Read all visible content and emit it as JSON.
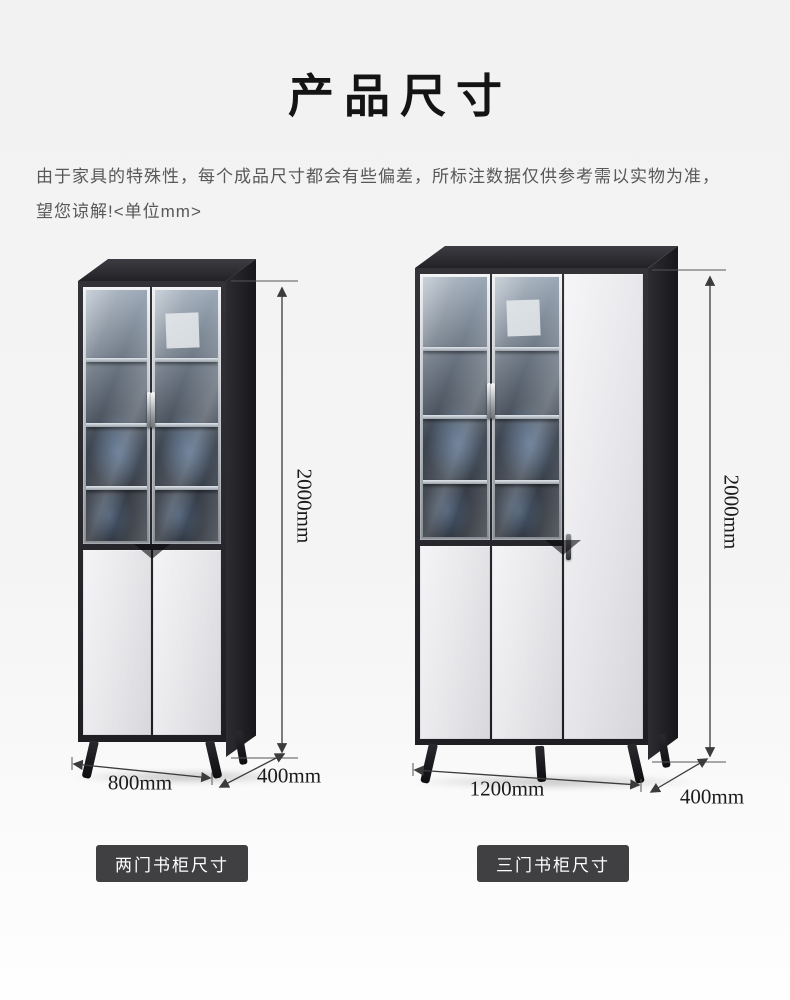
{
  "header": {
    "title": "产品尺寸",
    "description_line1": "由于家具的特殊性，每个成品尺寸都会有些偏差，所标注数据仅供参考需以实物为准，",
    "description_line2": "望您谅解!<单位mm>"
  },
  "products": [
    {
      "id": "two-door-bookcase",
      "label": "两门书柜尺寸",
      "dimensions": {
        "height": "2000mm",
        "width": "800mm",
        "depth": "400mm"
      }
    },
    {
      "id": "three-door-bookcase",
      "label": "三门书柜尺寸",
      "dimensions": {
        "height": "2000mm",
        "width": "1200mm",
        "depth": "400mm"
      }
    }
  ],
  "colors": {
    "cabinet_dark": "#222226",
    "door_light": "#e9e9ec",
    "tag_background": "#403f41",
    "dimension_text": "#1c1c1c",
    "page_background": "#f2f2f2"
  }
}
